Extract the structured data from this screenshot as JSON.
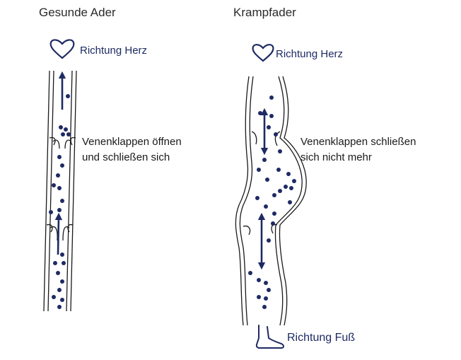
{
  "healthy": {
    "title": "Gesunde Ader",
    "direction_top": "Richtung Herz",
    "valve_note_line1": "Venenklappen öffnen",
    "valve_note_line2": "und schließen sich"
  },
  "varicose": {
    "title": "Krampfader",
    "direction_top": "Richtung Herz",
    "direction_bottom": "Richtung Fuß",
    "valve_note_line1": "Venenklappen schließen",
    "valve_note_line2": "sich nicht mehr"
  },
  "colors": {
    "ink": "#1a1a1a",
    "blood": "#1e2a63"
  },
  "icons": [
    "heart-icon",
    "foot-icon",
    "arrow-up-icon",
    "double-arrow-icon"
  ]
}
